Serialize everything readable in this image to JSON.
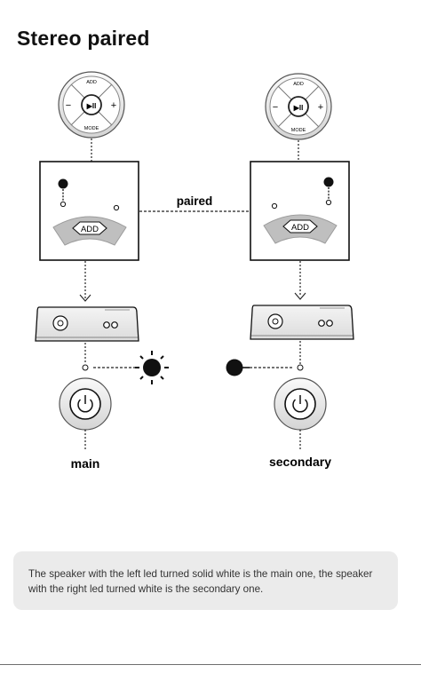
{
  "page": {
    "title": "Stereo paired",
    "note": "The speaker with the left led turned solid white is the main one, the speaker with the right led turned white is the secondary one."
  },
  "diagram": {
    "connection_label": "paired",
    "remote": {
      "add_label": "ADD",
      "mode_label": "MODE",
      "play_pause": "▶II",
      "minus": "−",
      "plus": "+"
    },
    "device_button_label": "ADD",
    "left_role": "main",
    "right_role": "secondary"
  }
}
